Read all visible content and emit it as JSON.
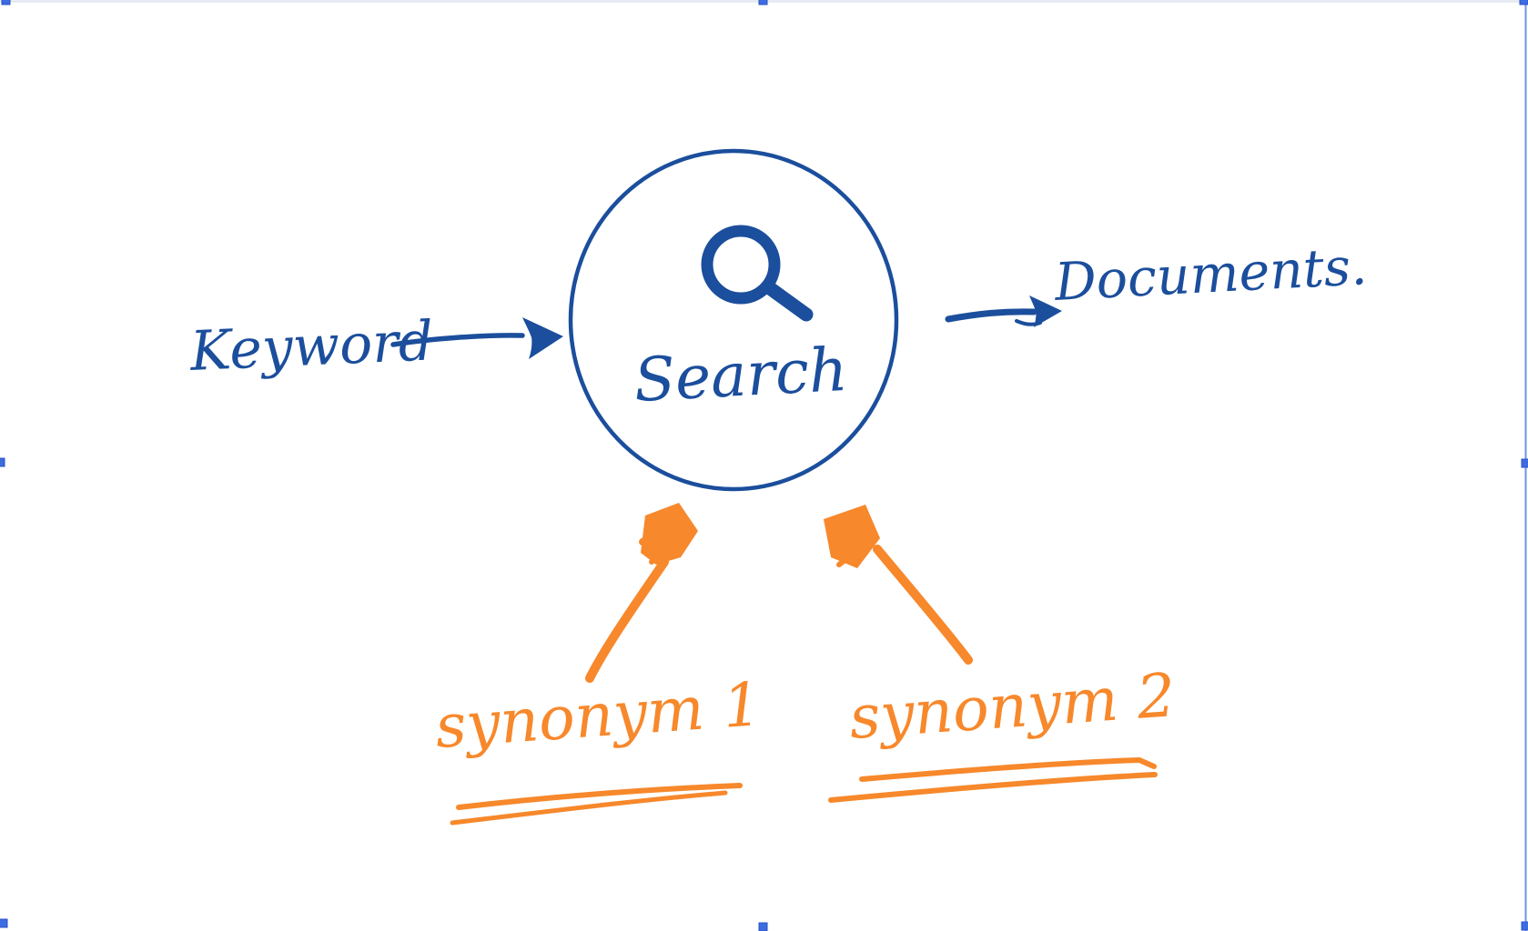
{
  "app": {
    "surface": "whiteboard-canvas",
    "selection": {
      "state": "selected",
      "handle_color": "#3d6be0",
      "border_color": "#6f93e8"
    }
  },
  "colors": {
    "ink_blue": "#1b4e9c",
    "ink_orange": "#f7882b",
    "background": "#ffffff"
  },
  "diagram": {
    "type": "flow-sketch",
    "center_node": {
      "label": "Search",
      "shape": "circle",
      "icon": "magnifying-glass-icon"
    },
    "input": {
      "label": "Keyword"
    },
    "output": {
      "label": "Documents."
    },
    "synonyms": [
      {
        "label": "synonym 1",
        "underline": "double"
      },
      {
        "label": "synonym 2",
        "underline": "double"
      }
    ],
    "edges": [
      {
        "from": "Keyword",
        "to": "Search",
        "color": "#1b4e9c",
        "style": "arrow"
      },
      {
        "from": "Search",
        "to": "Documents.",
        "color": "#1b4e9c",
        "style": "arrow"
      },
      {
        "from": "synonym 1",
        "to": "Search",
        "color": "#f7882b",
        "style": "arrow"
      },
      {
        "from": "synonym 2",
        "to": "Search",
        "color": "#f7882b",
        "style": "arrow"
      }
    ]
  }
}
